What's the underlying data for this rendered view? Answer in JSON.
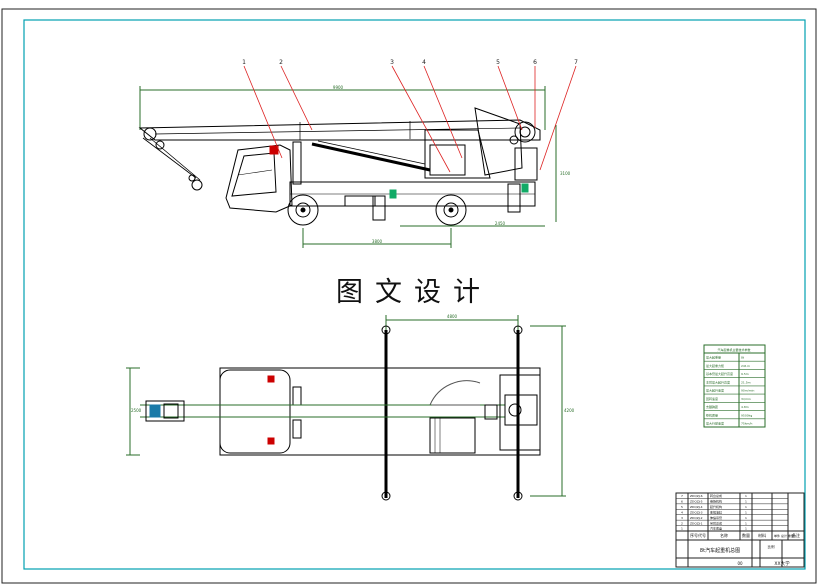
{
  "drawing": {
    "watermark_text": "图文设计",
    "callouts": [
      "1",
      "2",
      "3",
      "4",
      "5",
      "6",
      "7"
    ],
    "side_view": {
      "dimension_overall_length": "9900",
      "dimension_wheelbase": "3800",
      "dimension_rear_overhang": "2450",
      "dimension_height": "3100"
    },
    "top_view": {
      "dimension_outrigger_span_x": "4800",
      "dimension_outrigger_span_y": "4200",
      "dimension_left_width": "2500"
    },
    "parameter_table": {
      "title": "汽车起重机主要技术参数",
      "rows": [
        {
          "name": "最大起重量",
          "value": "8t"
        },
        {
          "name": "最大起重力矩",
          "value": "24t.m"
        },
        {
          "name": "基本臂最大起升高度",
          "value": "9.5m"
        },
        {
          "name": "主臂最大起升高度",
          "value": "21.5m"
        },
        {
          "name": "最大起升速度",
          "value": "90m/min"
        },
        {
          "name": "回转速度",
          "value": "3r/min"
        },
        {
          "name": "支腿跨距",
          "value": "4.8m"
        },
        {
          "name": "整机质量",
          "value": "9500kg"
        },
        {
          "name": "最大行驶速度",
          "value": "75km/h"
        }
      ]
    },
    "title_block": {
      "parts_list": [
        {
          "no": "7",
          "code": "ZDQZJ-6",
          "name": "转台总成",
          "qty": "1"
        },
        {
          "no": "6",
          "code": "ZDQZJ-5",
          "name": "卷扬机构",
          "qty": "1"
        },
        {
          "no": "5",
          "code": "ZDQZJ-4",
          "name": "起升机构",
          "qty": "1"
        },
        {
          "no": "4",
          "code": "ZDQZJ-3",
          "name": "变幅油缸",
          "qty": "1"
        },
        {
          "no": "3",
          "code": "ZDQZJ-2",
          "name": "伸缩吊臂",
          "qty": "1"
        },
        {
          "no": "2",
          "code": "ZDQZJ-1",
          "name": "吊臂总成",
          "qty": "1"
        },
        {
          "no": "1",
          "code": "",
          "name": "汽车底盘",
          "qty": "1"
        }
      ],
      "header_no": "序号",
      "header_code": "代号",
      "header_name": "名称",
      "header_qty": "数量",
      "header_material": "材料",
      "header_weight": "单件 总计 重量",
      "header_note": "备注",
      "drawing_title": "8t汽车起重机总图",
      "scale_label": "比例",
      "sheet_label": "00",
      "school": "XX大学"
    }
  }
}
